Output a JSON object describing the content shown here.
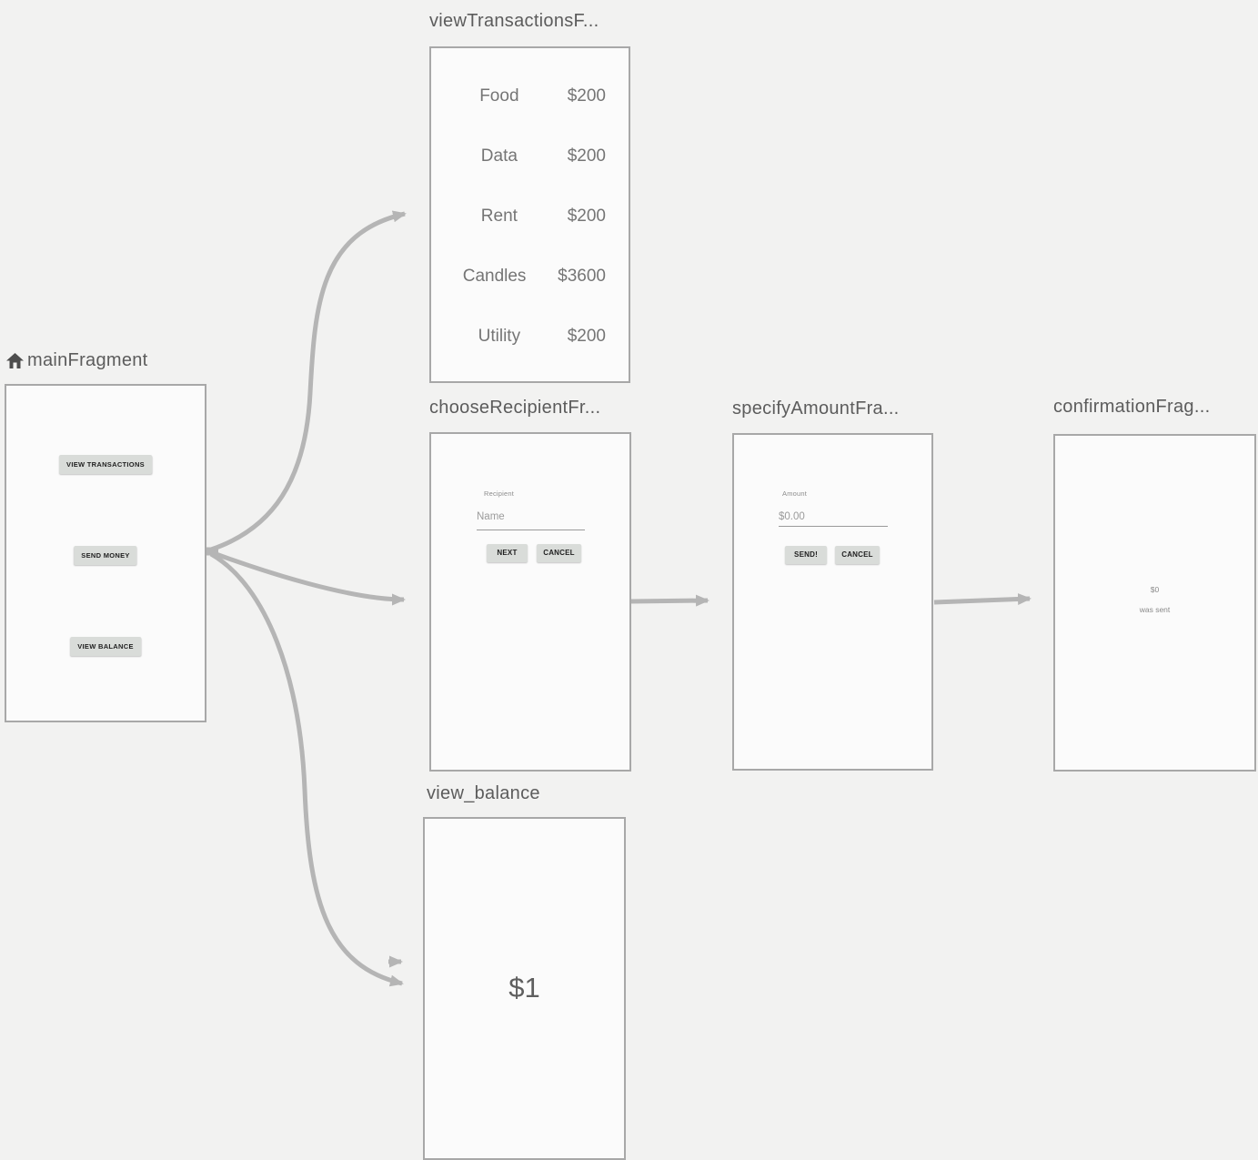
{
  "colors": {
    "canvas_bg": "#f2f2f1",
    "frame_fill": "#fbfbfb",
    "frame_border": "#a8a8a8",
    "arrow": "#b5b5b5",
    "title_text": "#5c5c5c",
    "preview_text": "#757575"
  },
  "graph": {
    "fragments": {
      "main": {
        "title": "mainFragment",
        "buttons": {
          "view_transactions": "VIEW TRANSACTIONS",
          "send_money": "SEND MONEY",
          "view_balance": "VIEW BALANCE"
        }
      },
      "view_transactions": {
        "title": "viewTransactionsF...",
        "rows": [
          {
            "name": "Food",
            "amount": "$200"
          },
          {
            "name": "Data",
            "amount": "$200"
          },
          {
            "name": "Rent",
            "amount": "$200"
          },
          {
            "name": "Candles",
            "amount": "$3600"
          },
          {
            "name": "Utility",
            "amount": "$200"
          }
        ]
      },
      "choose_recipient": {
        "title": "chooseRecipientFr...",
        "field_label": "Recipient",
        "field_placeholder": "Name",
        "next_label": "NEXT",
        "cancel_label": "CANCEL"
      },
      "specify_amount": {
        "title": "specifyAmountFra...",
        "field_label": "Amount",
        "field_value": "$0.00",
        "send_label": "SEND!",
        "cancel_label": "CANCEL"
      },
      "confirmation": {
        "title": "confirmationFrag...",
        "amount": "$0",
        "message": "was sent"
      },
      "view_balance": {
        "title": "view_balance",
        "balance": "$1"
      }
    }
  }
}
